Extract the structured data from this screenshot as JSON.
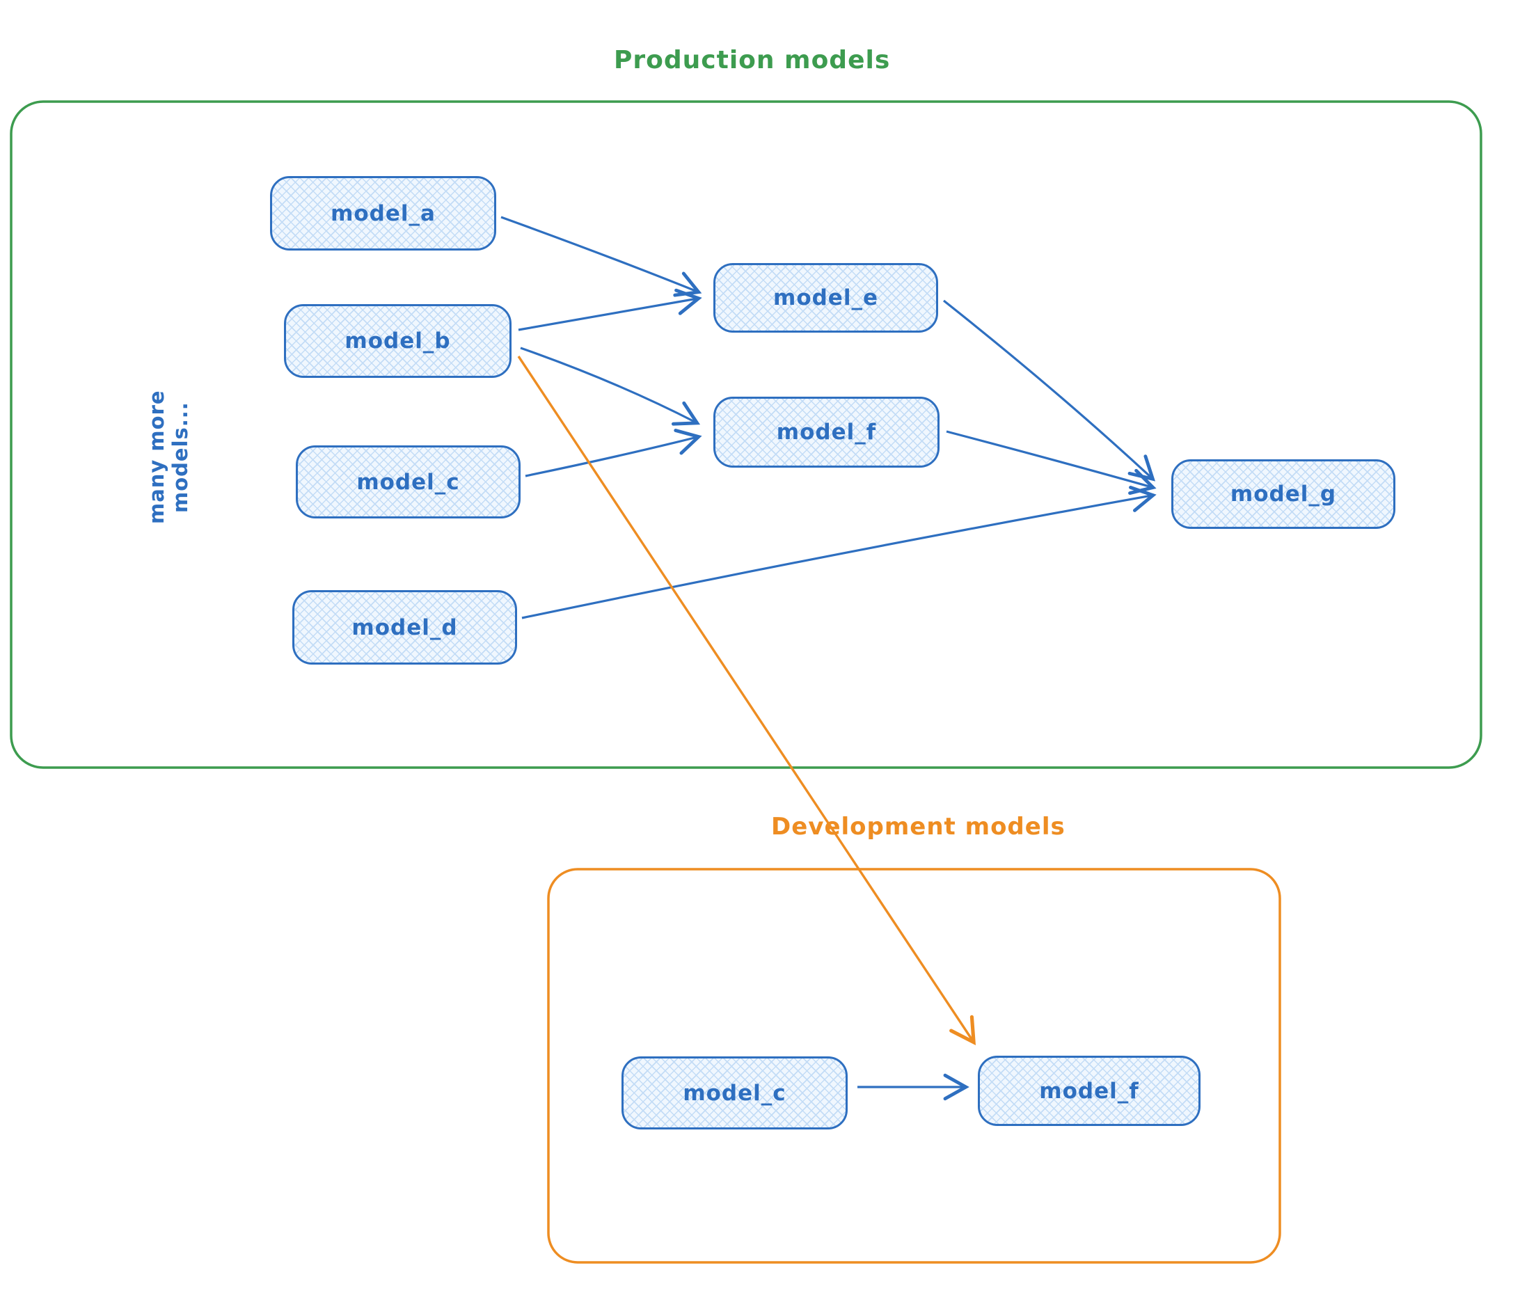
{
  "colors": {
    "blue": "#2e6fc0",
    "blue-fill": "#f0f7fe",
    "blue-hatch": "#c3dcf6",
    "green": "#3d9c4f",
    "orange": "#ee8d22"
  },
  "sections": {
    "production": {
      "title": "Production models",
      "side_label": "many more models..."
    },
    "development": {
      "title": "Development models"
    }
  },
  "nodes": {
    "prod_a": {
      "label": "model_a"
    },
    "prod_b": {
      "label": "model_b"
    },
    "prod_c": {
      "label": "model_c"
    },
    "prod_d": {
      "label": "model_d"
    },
    "prod_e": {
      "label": "model_e"
    },
    "prod_f": {
      "label": "model_f"
    },
    "prod_g": {
      "label": "model_g"
    },
    "dev_c": {
      "label": "model_c"
    },
    "dev_f": {
      "label": "model_f"
    }
  },
  "edges": [
    {
      "from": "model_a (production)",
      "to": "model_e (production)",
      "color": "blue"
    },
    {
      "from": "model_b (production)",
      "to": "model_e (production)",
      "color": "blue"
    },
    {
      "from": "model_b (production)",
      "to": "model_f (production)",
      "color": "blue"
    },
    {
      "from": "model_c (production)",
      "to": "model_f (production)",
      "color": "blue"
    },
    {
      "from": "model_e (production)",
      "to": "model_g (production)",
      "color": "blue"
    },
    {
      "from": "model_f (production)",
      "to": "model_g (production)",
      "color": "blue"
    },
    {
      "from": "model_d (production)",
      "to": "model_g (production)",
      "color": "blue"
    },
    {
      "from": "model_b (production)",
      "to": "model_f (development)",
      "color": "orange"
    },
    {
      "from": "model_c (development)",
      "to": "model_f (development)",
      "color": "blue"
    }
  ]
}
